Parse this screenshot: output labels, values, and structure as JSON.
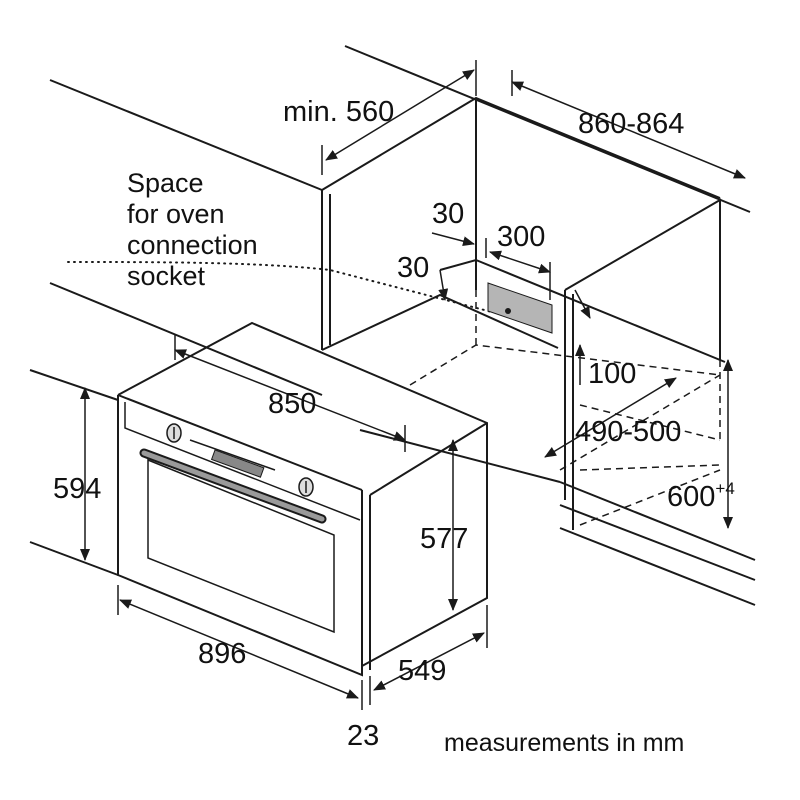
{
  "dimensions": {
    "niche_depth": "min. 560",
    "niche_width": "860-864",
    "socket_offset_side": "30",
    "socket_width": "300",
    "socket_offset_top": "30",
    "socket_clearance": "100",
    "oven_top_depth": "850",
    "niche_inner_depth": "490-500",
    "oven_front_height": "594",
    "oven_body_height": "577",
    "niche_height": "600",
    "niche_height_tolerance": "+4",
    "oven_front_width": "896",
    "oven_body_depth": "549",
    "front_panel_thickness": "23"
  },
  "notes": {
    "socket_space_lines": [
      "Space",
      "for oven",
      "connection",
      "socket"
    ]
  },
  "caption": "measurements in mm",
  "colors": {
    "line": "#1a1a1a",
    "socket_fill": "#b5b5b5",
    "background": "#ffffff"
  }
}
